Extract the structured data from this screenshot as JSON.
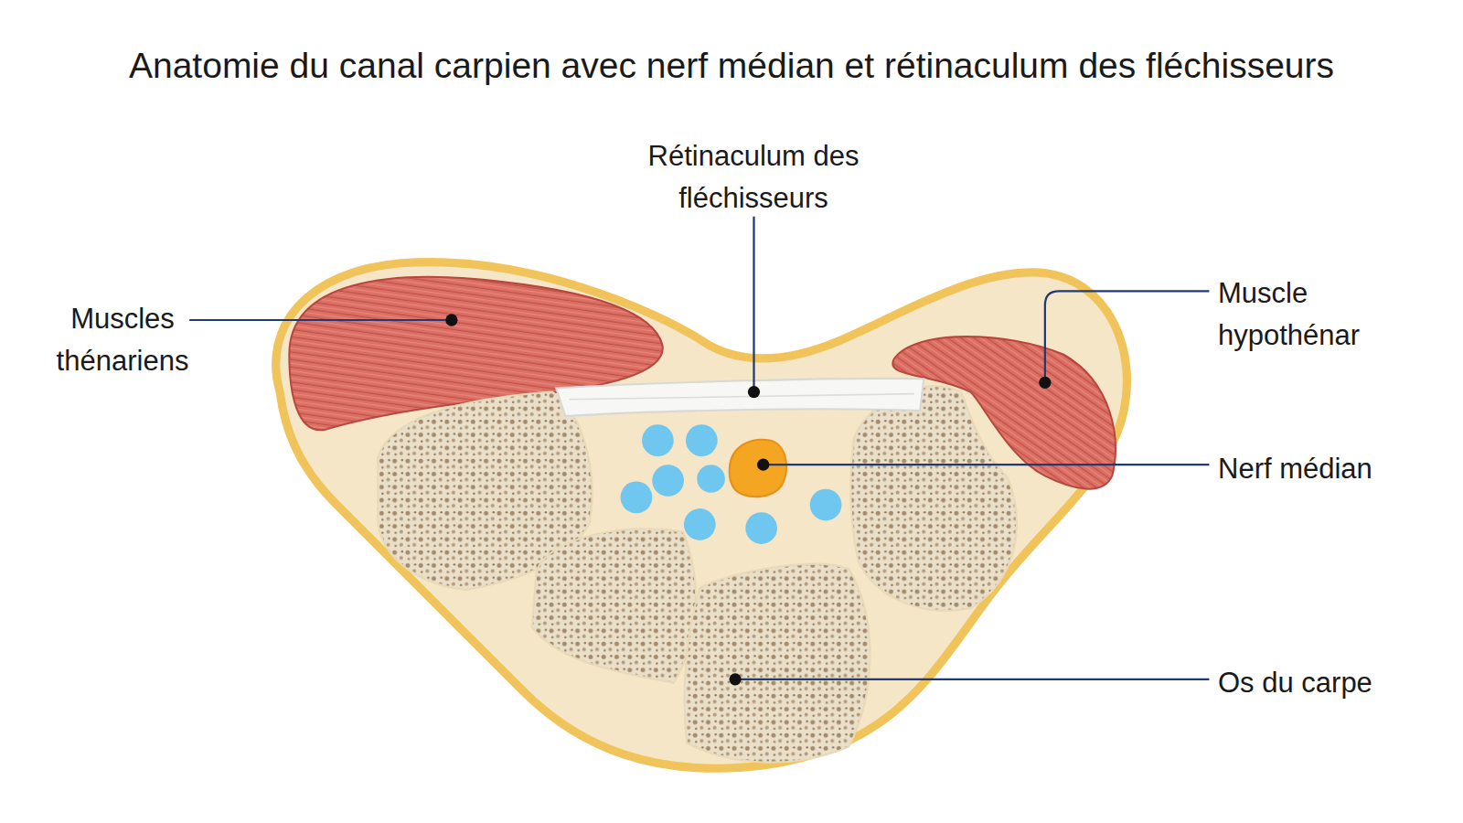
{
  "diagram": {
    "title": "Anatomie du canal carpien avec nerf médian et rétinaculum des fléchisseurs",
    "labels": [
      "Rétinaculum des fléchisseurs",
      "Muscles thénariens",
      "Muscle hypothénar",
      "Nerf médian",
      "Os du carpe"
    ]
  }
}
